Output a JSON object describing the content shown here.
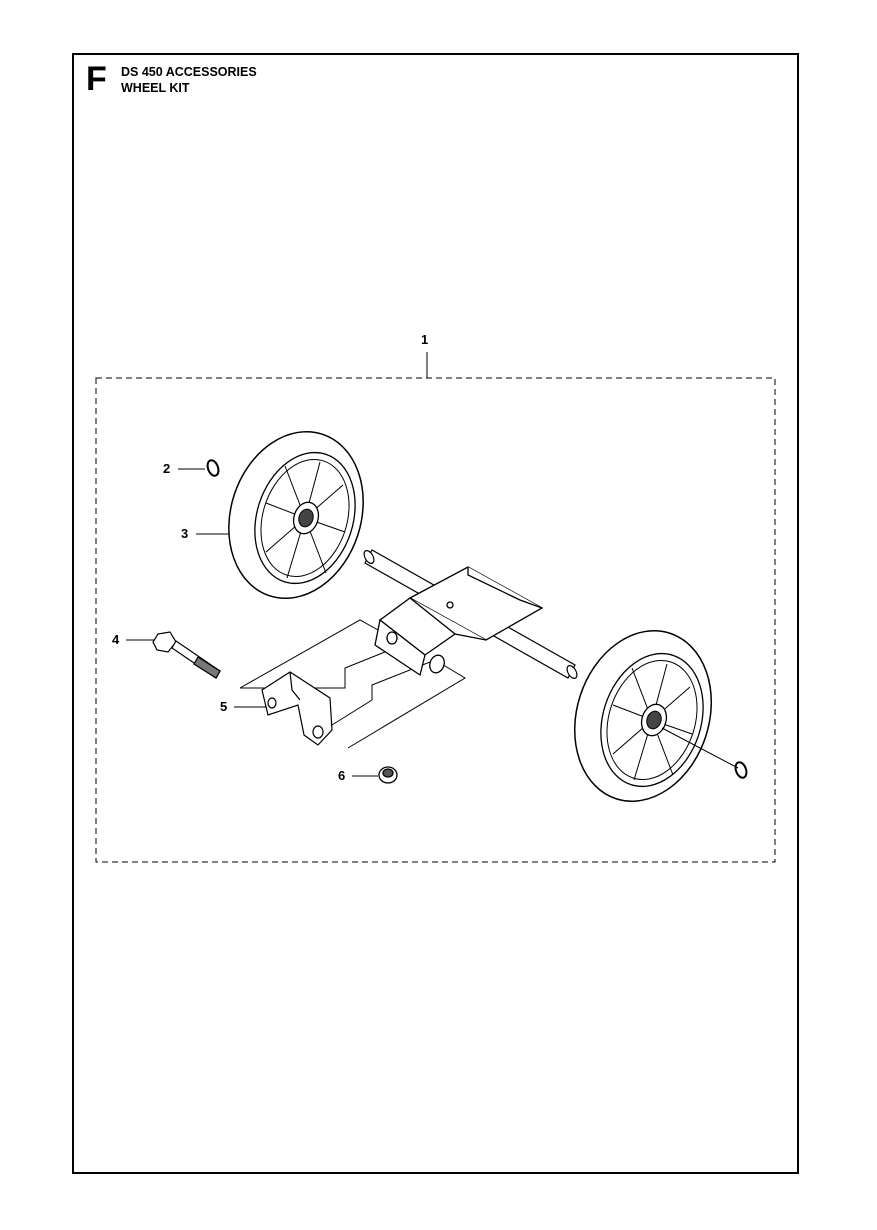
{
  "header": {
    "section_letter": "F",
    "title": "DS 450 ACCESSORIES",
    "subtitle": "WHEEL KIT"
  },
  "callouts": [
    {
      "number": "1"
    },
    {
      "number": "2"
    },
    {
      "number": "3"
    },
    {
      "number": "4"
    },
    {
      "number": "5"
    },
    {
      "number": "6"
    }
  ]
}
